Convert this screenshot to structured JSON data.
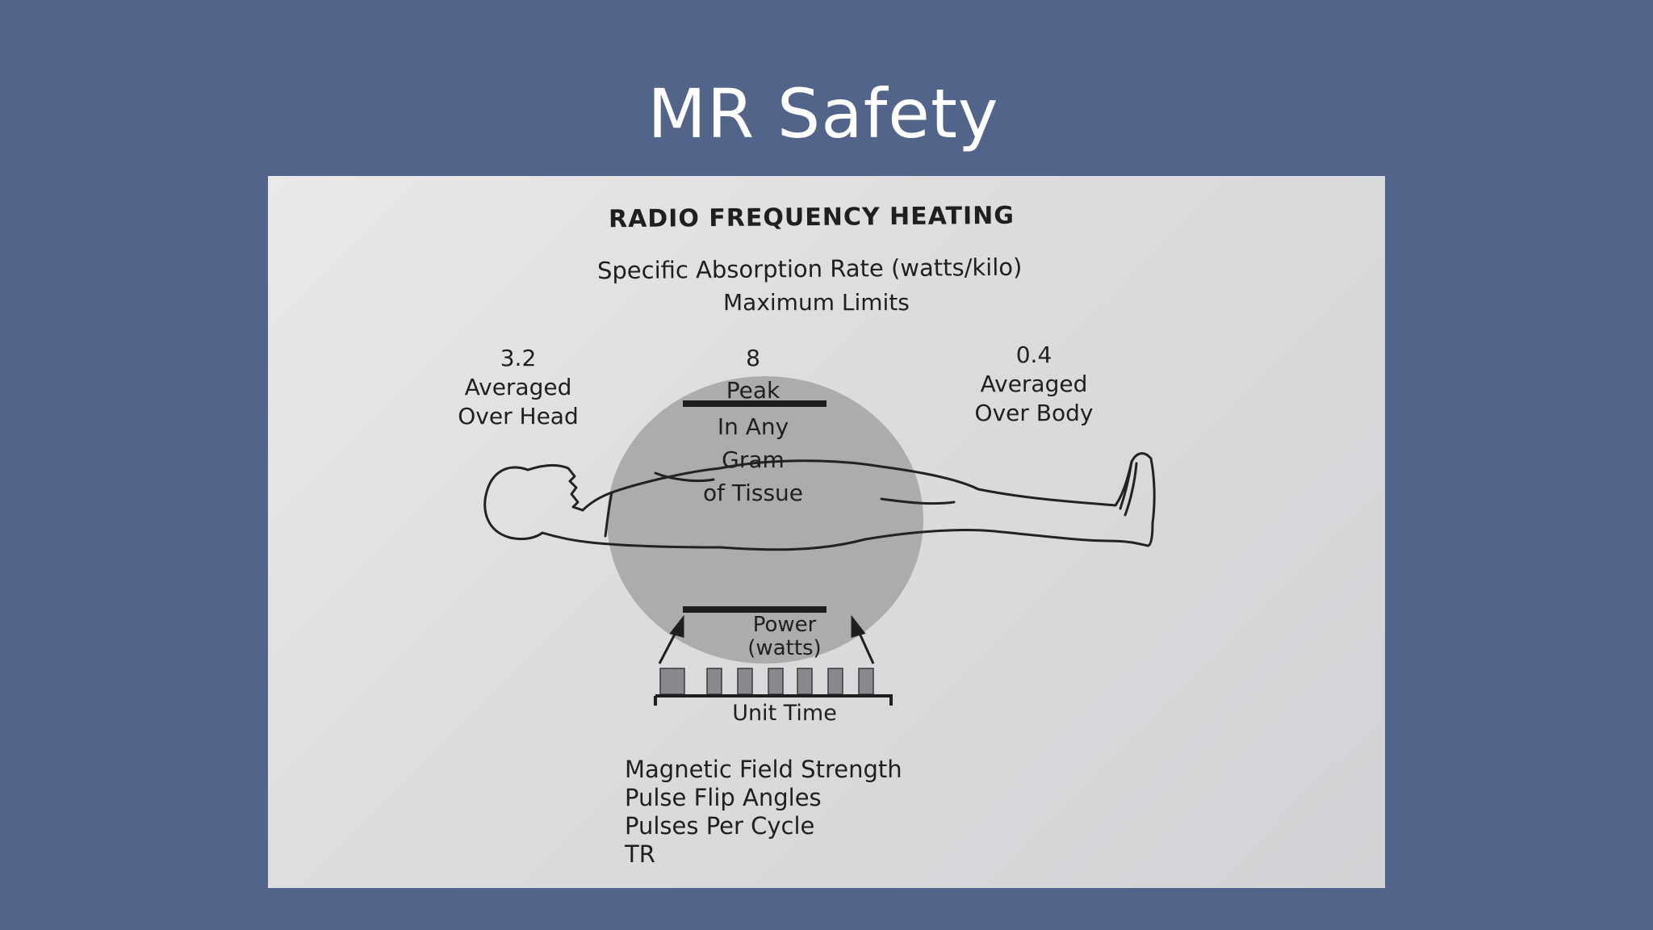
{
  "slide": {
    "title": "MR Safety"
  },
  "figure": {
    "title": "RADIO FREQUENCY HEATING",
    "subtitle": "Specific Absorption Rate (watts/kilo)",
    "subtitle2": "Maximum Limits",
    "head": {
      "value": "3.2",
      "line1": "Averaged",
      "line2": "Over Head"
    },
    "peak": {
      "value": "8",
      "line1": "Peak",
      "line2": "In Any",
      "line3": "Gram",
      "line4": "of Tissue"
    },
    "body": {
      "value": "0.4",
      "line1": "Averaged",
      "line2": "Over Body"
    },
    "power": {
      "line1": "Power",
      "line2": "(watts)"
    },
    "unit_time": "Unit Time",
    "factors": [
      "Magnetic Field Strength",
      "Pulse Flip Angles",
      "Pulses Per Cycle",
      "TR"
    ]
  }
}
